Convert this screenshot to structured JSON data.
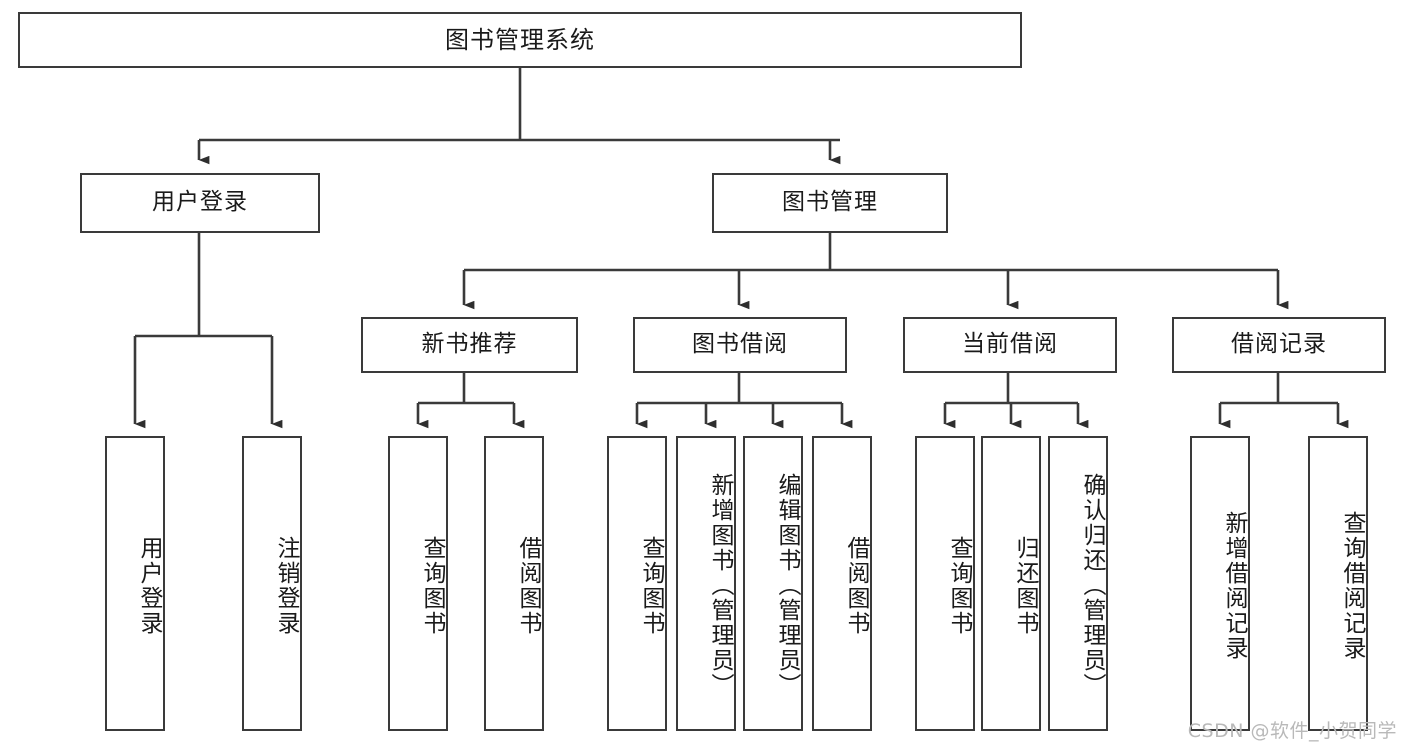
{
  "diagram": {
    "type": "tree-hierarchy",
    "title": "图书管理系统",
    "root": {
      "label": "图书管理系统",
      "orientation": "horizontal"
    },
    "level2": [
      {
        "id": "user-login",
        "label": "用户登录",
        "orientation": "horizontal"
      },
      {
        "id": "book-management",
        "label": "图书管理",
        "orientation": "horizontal"
      }
    ],
    "level3": [
      {
        "id": "new-book-recommend",
        "label": "新书推荐",
        "parent": "book-management",
        "orientation": "horizontal"
      },
      {
        "id": "book-borrow",
        "label": "图书借阅",
        "parent": "book-management",
        "orientation": "horizontal"
      },
      {
        "id": "current-borrow",
        "label": "当前借阅",
        "parent": "book-management",
        "orientation": "horizontal"
      },
      {
        "id": "borrow-record",
        "label": "借阅记录",
        "parent": "book-management",
        "orientation": "horizontal"
      }
    ],
    "leaves": [
      {
        "id": "leaf-user-login",
        "label": "用户登录",
        "parent": "user-login",
        "orientation": "vertical"
      },
      {
        "id": "leaf-user-logout",
        "label": "注销登录",
        "parent": "user-login",
        "orientation": "vertical"
      },
      {
        "id": "leaf-query-book-1",
        "label": "查询图书",
        "parent": "new-book-recommend",
        "orientation": "vertical"
      },
      {
        "id": "leaf-borrow-book-1",
        "label": "借阅图书",
        "parent": "new-book-recommend",
        "orientation": "vertical"
      },
      {
        "id": "leaf-query-book-2",
        "label": "查询图书",
        "parent": "book-borrow",
        "orientation": "vertical"
      },
      {
        "id": "leaf-add-book",
        "label": "新增图书（管理员）",
        "parent": "book-borrow",
        "orientation": "vertical"
      },
      {
        "id": "leaf-edit-book",
        "label": "编辑图书（管理员）",
        "parent": "book-borrow",
        "orientation": "vertical"
      },
      {
        "id": "leaf-borrow-book-2",
        "label": "借阅图书",
        "parent": "book-borrow",
        "orientation": "vertical"
      },
      {
        "id": "leaf-query-book-3",
        "label": "查询图书",
        "parent": "current-borrow",
        "orientation": "vertical"
      },
      {
        "id": "leaf-return-book",
        "label": "归还图书",
        "parent": "current-borrow",
        "orientation": "vertical"
      },
      {
        "id": "leaf-confirm-return",
        "label": "确认归还（管理员）",
        "parent": "current-borrow",
        "orientation": "vertical"
      },
      {
        "id": "leaf-add-record",
        "label": "新增借阅记录",
        "parent": "borrow-record",
        "orientation": "vertical"
      },
      {
        "id": "leaf-query-record",
        "label": "查询借阅记录",
        "parent": "borrow-record",
        "orientation": "vertical"
      }
    ],
    "watermark": "CSDN @软件_小贺同学",
    "colors": {
      "stroke": "#3a3a3a",
      "text": "#1a1a1a",
      "background": "#ffffff",
      "watermark": "#b9b9b9"
    }
  }
}
